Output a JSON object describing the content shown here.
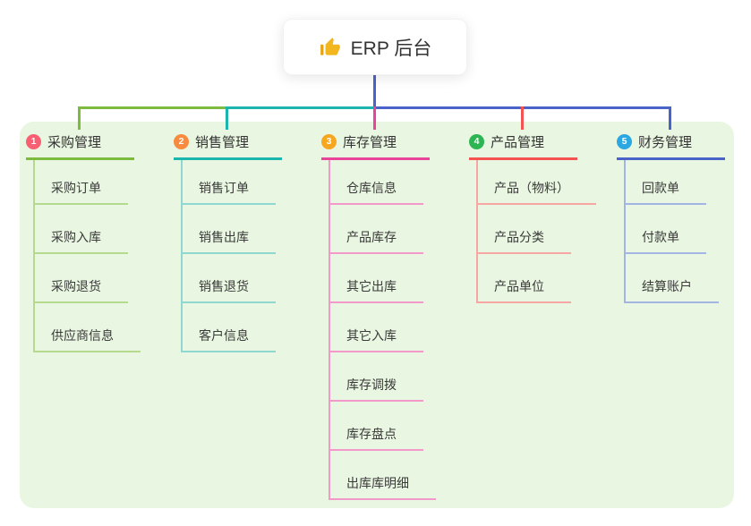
{
  "root": {
    "icon": "thumbs-up-icon",
    "title": "ERP 后台",
    "icon_color": "#f2b61e"
  },
  "panel_color": "#e9f6e1",
  "branches": [
    {
      "num": "1",
      "label": "采购管理",
      "badge_color": "#f85f73",
      "line_color": "#7cbb3e",
      "child_line_color": "#b5da8e",
      "children": [
        "采购订单",
        "采购入库",
        "采购退货",
        "供应商信息"
      ]
    },
    {
      "num": "2",
      "label": "销售管理",
      "badge_color": "#f98b3f",
      "line_color": "#1ab5ac",
      "child_line_color": "#8ed8d0",
      "children": [
        "销售订单",
        "销售出库",
        "销售退货",
        "客户信息"
      ]
    },
    {
      "num": "3",
      "label": "库存管理",
      "badge_color": "#f7a61f",
      "line_color": "#e8459a",
      "child_line_color": "#f299c9",
      "children": [
        "仓库信息",
        "产品库存",
        "其它出库",
        "其它入库",
        "库存调拨",
        "库存盘点",
        "出库库明细"
      ]
    },
    {
      "num": "4",
      "label": "产品管理",
      "badge_color": "#2db553",
      "line_color": "#f45352",
      "child_line_color": "#f8a6a4",
      "children": [
        "产品（物料）",
        "产品分类",
        "产品单位"
      ]
    },
    {
      "num": "5",
      "label": "财务管理",
      "badge_color": "#2ba7e1",
      "line_color": "#4a63c8",
      "child_line_color": "#a3b5e2",
      "children": [
        "回款单",
        "付款单",
        "结算账户"
      ]
    }
  ]
}
